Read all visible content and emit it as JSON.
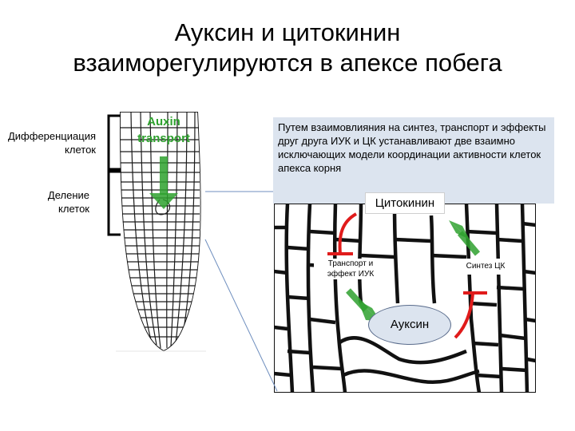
{
  "title": {
    "line1": "Ауксин и цитокинин",
    "line2": "взаиморегулируются в апексе побега"
  },
  "root_labels": {
    "differentiation": {
      "line1": "Дифференциация",
      "line2": "клеток"
    },
    "division": {
      "line1": "Деление",
      "line2": "клеток"
    },
    "auxin_transport": {
      "line1": "Auxin",
      "line2": "transport"
    }
  },
  "info_box": {
    "text": "Путем взаимовлияния на синтез, транспорт и эффекты друг друга ИУК и ЦК устанавливают две взаимно исключающих модели координации активности клеток апекса корня"
  },
  "network": {
    "cytokinin": "Цитокинин",
    "auxin": "Ауксин",
    "transport_label": {
      "line1": "Транспорт и",
      "line2": "эффект ИУК"
    },
    "synthesis_label": "Синтез ЦК"
  },
  "colors": {
    "green_arrow": "#2ea12e",
    "inhibition_red": "#e01b1b",
    "bracket": "#000000",
    "info_bg": "#dce4ef",
    "connector_line": "#6f8fbf"
  }
}
